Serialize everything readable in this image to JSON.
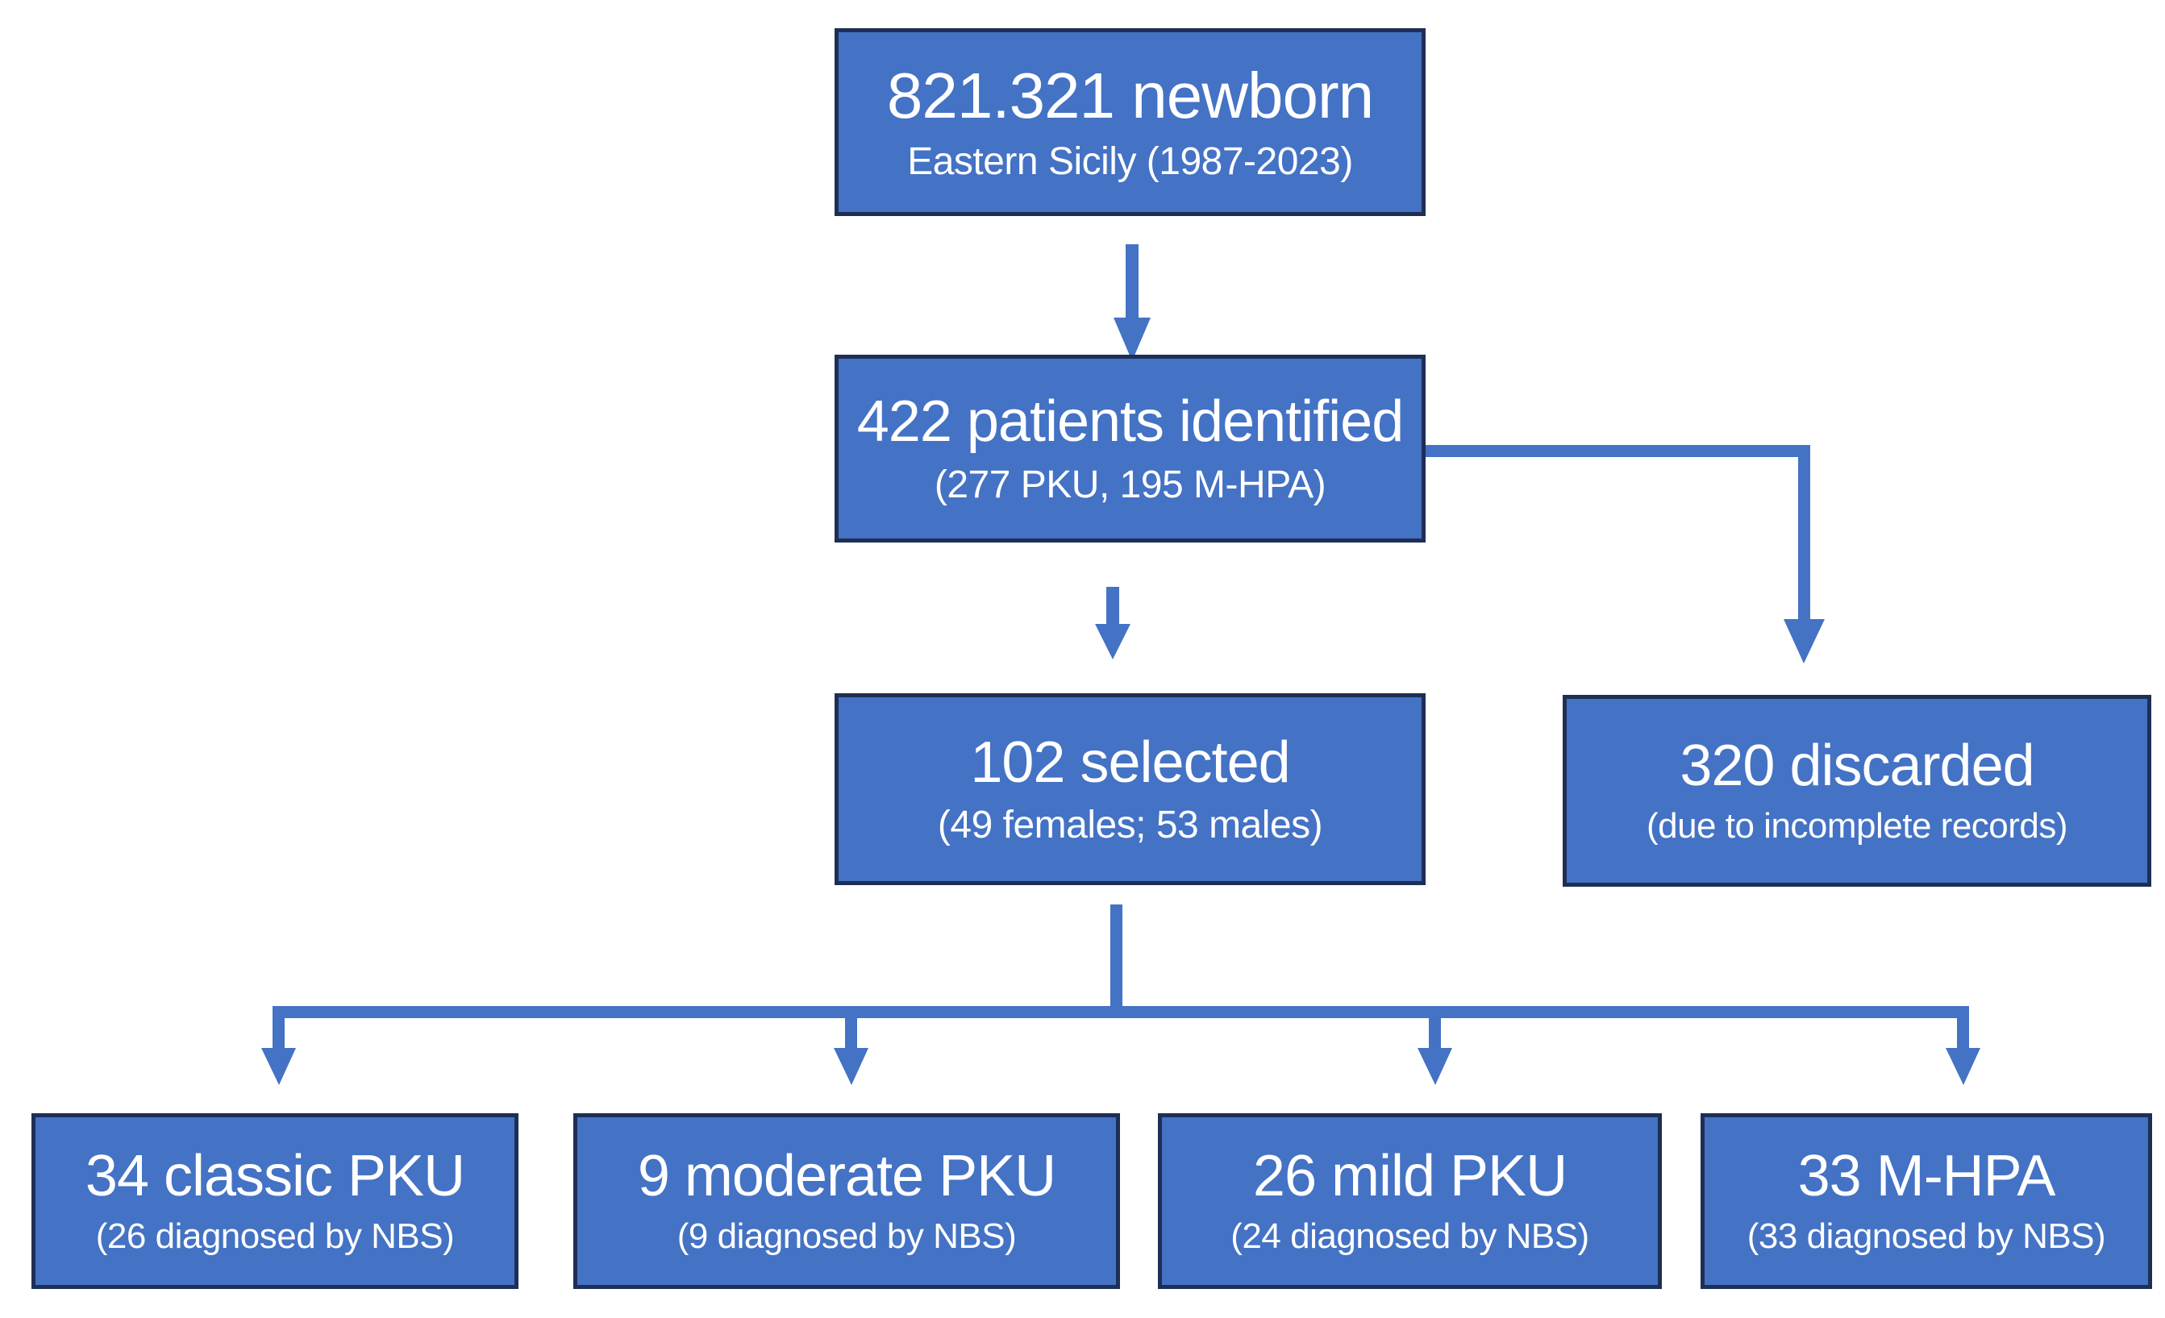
{
  "diagram": {
    "type": "flowchart",
    "description": "Patient selection flow diagram, PKU / M-HPA newborn screening cohort",
    "colors": {
      "box_fill": "#4472C4",
      "box_border": "#1e2f55",
      "arrow": "#4472C4",
      "text": "#ffffff",
      "background": "#ffffff"
    },
    "nodes": {
      "newborn": {
        "title": "821.321 newborn",
        "subtitle": "Eastern Sicily (1987-2023)"
      },
      "identified": {
        "title": "422 patients identified",
        "subtitle": "(277 PKU, 195 M-HPA)"
      },
      "selected": {
        "title": "102 selected",
        "subtitle": "(49 females; 53 males)"
      },
      "discarded": {
        "title": "320 discarded",
        "subtitle": "(due to incomplete records)"
      },
      "classic_pku": {
        "title": "34 classic PKU",
        "subtitle": "(26 diagnosed by NBS)"
      },
      "moderate_pku": {
        "title": "9 moderate PKU",
        "subtitle": "(9 diagnosed by NBS)"
      },
      "mild_pku": {
        "title": "26 mild PKU",
        "subtitle": "(24 diagnosed by NBS)"
      },
      "mhpa": {
        "title": "33 M-HPA",
        "subtitle": "(33 diagnosed by NBS)"
      }
    },
    "edges": [
      {
        "from": "newborn",
        "to": "identified",
        "style": "straight-arrow-down"
      },
      {
        "from": "identified",
        "to": "selected",
        "style": "straight-arrow-down"
      },
      {
        "from": "identified",
        "to": "discarded",
        "style": "elbow-arrow-right-down"
      },
      {
        "from": "selected",
        "to": "classic_pku",
        "style": "branch-arrow-down"
      },
      {
        "from": "selected",
        "to": "moderate_pku",
        "style": "branch-arrow-down"
      },
      {
        "from": "selected",
        "to": "mild_pku",
        "style": "branch-arrow-down"
      },
      {
        "from": "selected",
        "to": "mhpa",
        "style": "branch-arrow-down"
      }
    ]
  }
}
